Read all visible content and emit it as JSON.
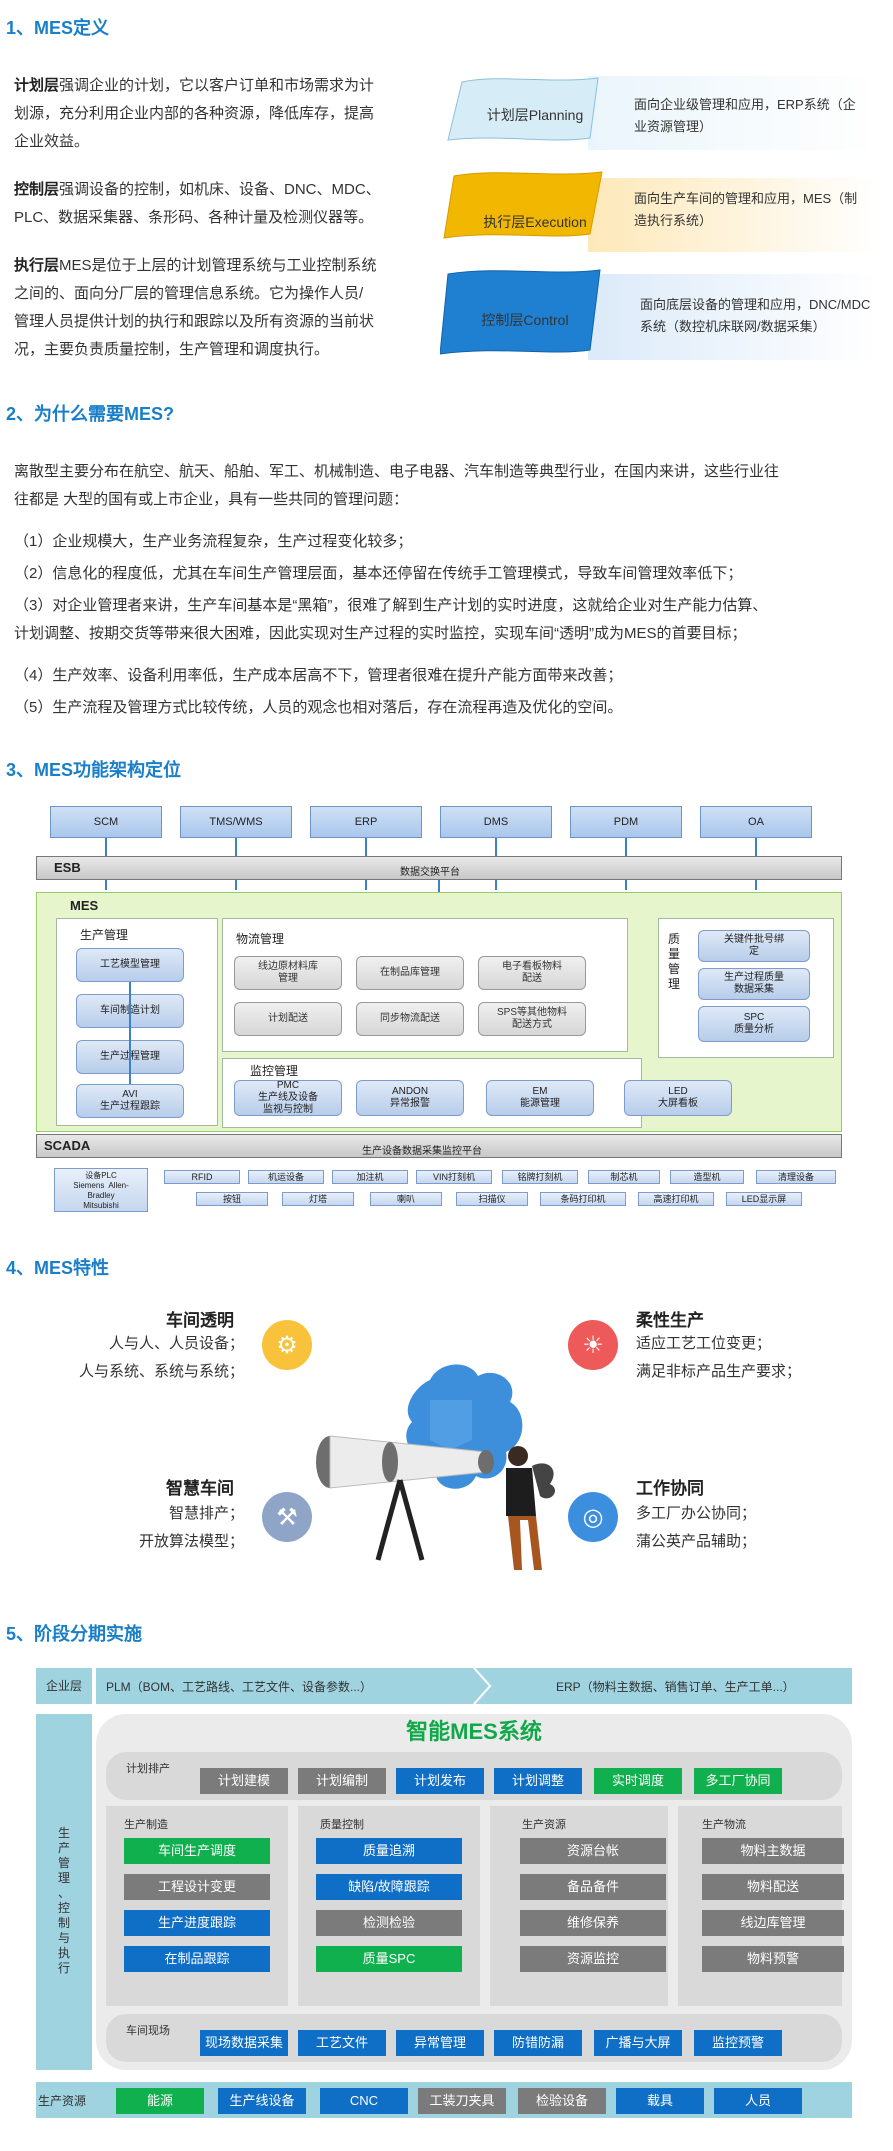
{
  "sections": {
    "s1": "1、MES定义",
    "s2": "2、为什么需要MES?",
    "s3": "3、MES功能架构定位",
    "s4": "4、MES特性",
    "s5": "5、阶段分期实施"
  },
  "definition": {
    "p1_bold": "计划层",
    "p1_line1": "强调企业的计划，它以客户订单和市场需求为计",
    "p1_line2": "划源，充分利用企业内部的各种资源，降低库存，提高",
    "p1_line3": "企业效益。",
    "p2_bold": "控制层",
    "p2_line1": "强调设备的控制，如机床、设备、DNC、MDC、",
    "p2_line2": "PLC、数据采集器、条形码、各种计量及检测仪器等。",
    "p3_bold": "执行层",
    "p3_line1": "MES是位于上层的计划管理系统与工业控制系统",
    "p3_line2": "之间的、面向分厂层的管理信息系统。它为操作人员/",
    "p3_line3": "管理人员提供计划的执行和跟踪以及所有资源的当前状",
    "p3_line4": "况，主要负责质量控制，生产管理和调度执行。",
    "layers": [
      {
        "label": "计划层Planning",
        "desc1": "面向企业级管理和应用，ERP系统（企",
        "desc2": "业资源管理）",
        "color": "#d8eef7"
      },
      {
        "label": "执行层Execution",
        "desc1": "面向生产车间的管理和应用，MES（制",
        "desc2": "造执行系统）",
        "color": "#f3b800"
      },
      {
        "label": "控制层Control",
        "desc1": "面向底层设备的管理和应用，DNC/MDC",
        "desc2": "系统（数控机床联网/数据采集）",
        "color": "#1d7fd1"
      }
    ]
  },
  "why": {
    "intro1": "离散型主要分布在航空、航天、船舶、军工、机械制造、电子电器、汽车制造等典型行业，在国内来讲，这些行业往",
    "intro2": "往都是 大型的国有或上市企业，具有一些共同的管理问题：",
    "item1": "（1）企业规模大，生产业务流程复杂，生产过程变化较多；",
    "item2": "（2）信息化的程度低，尤其在车间生产管理层面，基本还停留在传统手工管理模式，导致车间管理效率低下；",
    "item3a": "（3）对企业管理者来讲，生产车间基本是“黑箱”，很难了解到生产计划的实时进度，这就给企业对生产能力估算、",
    "item3b": "计划调整、按期交货等带来很大困难，因此实现对生产过程的实时监控，实现车间“透明”成为MES的首要目标；",
    "item4": "（4）生产效率、设备利用率低，生产成本居高不下，管理者很难在提升产能方面带来改善；",
    "item5": "（5）生产流程及管理方式比较传统，人员的观念也相对落后，存在流程再造及优化的空间。"
  },
  "arch": {
    "top": [
      "SCM",
      "TMS/WMS",
      "ERP",
      "DMS",
      "PDM",
      "OA"
    ],
    "esb": "ESB",
    "esb_center": "数据交换平台",
    "mes": "MES",
    "prod_mgmt": "生产管理",
    "prod_items": [
      "工艺模型管理",
      "车间制造计划",
      "生产过程管理",
      "AVI\n生产过程跟踪"
    ],
    "logistics": "物流管理",
    "log_items": [
      "线边原材料库\n管理",
      "在制品库管理",
      "电子看板物料\n配送",
      "计划配送",
      "同步物流配送",
      "SPS等其他物料\n配送方式"
    ],
    "quality": "质\n量\n管\n理",
    "qual_items": [
      "关键件批号绑\n定",
      "生产过程质量\n数据采集",
      "SPC\n质量分析"
    ],
    "monitor": "监控管理",
    "mon_items": [
      "PMC\n生产线及设备\n监视与控制",
      "ANDON\n异常报警",
      "EM\n能源管理",
      "LED\n大屏看板"
    ],
    "scada": "SCADA",
    "scada_center": "生产设备数据采集监控平台",
    "plc": "设备PLC\nSiemens  Allen-\nBradley\nMitsubishi",
    "dev_row1": [
      "RFID",
      "机运设备",
      "加注机",
      "VIN打刻机",
      "铭牌打刻机",
      "制芯机",
      "造型机",
      "清理设备"
    ],
    "dev_row2": [
      "按钮",
      "灯塔",
      "喇叭",
      "扫描仪",
      "条码打印机",
      "高速打印机",
      "LED显示屏"
    ]
  },
  "features": {
    "f1_title": "车间透明",
    "f1_l1": "人与人、人员设备；",
    "f1_l2": "人与系统、系统与系统；",
    "f2_title": "柔性生产",
    "f2_l1": "适应工艺工位变更；",
    "f2_l2": "满足非标产品生产要求；",
    "f3_title": "智慧车间",
    "f3_l1": "智慧排产；",
    "f3_l2": "开放算法模型；",
    "f4_title": "工作协同",
    "f4_l1": "多工厂办公协同；",
    "f4_l2": "蒲公英产品辅助；"
  },
  "phase": {
    "enterprise": "企业层",
    "plm": "PLM（BOM、工艺路线、工艺文件、设备参数...）",
    "erp": "ERP（物料主数据、销售订单、生产工单...）",
    "side": "生\n产\n管\n理\n、\n控\n制\n与\n执\n行",
    "title": "智能MES系统",
    "plan_label": "计划排产",
    "plan": [
      {
        "t": "计划建模",
        "c": "gray"
      },
      {
        "t": "计划编制",
        "c": "gray"
      },
      {
        "t": "计划发布",
        "c": "blue"
      },
      {
        "t": "计划调整",
        "c": "blue"
      },
      {
        "t": "实时调度",
        "c": "green"
      },
      {
        "t": "多工厂协同",
        "c": "green"
      }
    ],
    "mfg_label": "生产制造",
    "mfg": [
      {
        "t": "车间生产调度",
        "c": "green"
      },
      {
        "t": "工程设计变更",
        "c": "gray"
      },
      {
        "t": "生产进度跟踪",
        "c": "blue"
      },
      {
        "t": "在制品跟踪",
        "c": "blue"
      }
    ],
    "qc_label": "质量控制",
    "qc": [
      {
        "t": "质量追溯",
        "c": "blue"
      },
      {
        "t": "缺陷/故障跟踪",
        "c": "blue"
      },
      {
        "t": "检测检验",
        "c": "gray"
      },
      {
        "t": "质量SPC",
        "c": "green"
      }
    ],
    "res_label": "生产资源",
    "res": [
      {
        "t": "资源台帐",
        "c": "gray"
      },
      {
        "t": "备品备件",
        "c": "gray"
      },
      {
        "t": "维修保养",
        "c": "gray"
      },
      {
        "t": "资源监控",
        "c": "gray"
      }
    ],
    "logi_label": "生产物流",
    "logi": [
      {
        "t": "物料主数据",
        "c": "gray"
      },
      {
        "t": "物料配送",
        "c": "gray"
      },
      {
        "t": "线边库管理",
        "c": "gray"
      },
      {
        "t": "物料预警",
        "c": "gray"
      }
    ],
    "floor_label": "车间现场",
    "floor": [
      {
        "t": "现场数据采集",
        "c": "blue"
      },
      {
        "t": "工艺文件",
        "c": "blue"
      },
      {
        "t": "异常管理",
        "c": "blue"
      },
      {
        "t": "防错防漏",
        "c": "blue"
      },
      {
        "t": "广播与大屏",
        "c": "blue"
      },
      {
        "t": "监控预警",
        "c": "blue"
      }
    ],
    "resource_label": "生产资源",
    "resources": [
      {
        "t": "能源",
        "c": "green"
      },
      {
        "t": "生产线设备",
        "c": "blue"
      },
      {
        "t": "CNC",
        "c": "blue"
      },
      {
        "t": "工装刀夹具",
        "c": "gray"
      },
      {
        "t": "检验设备",
        "c": "gray"
      },
      {
        "t": "载具",
        "c": "blue"
      },
      {
        "t": "人员",
        "c": "blue"
      }
    ]
  }
}
